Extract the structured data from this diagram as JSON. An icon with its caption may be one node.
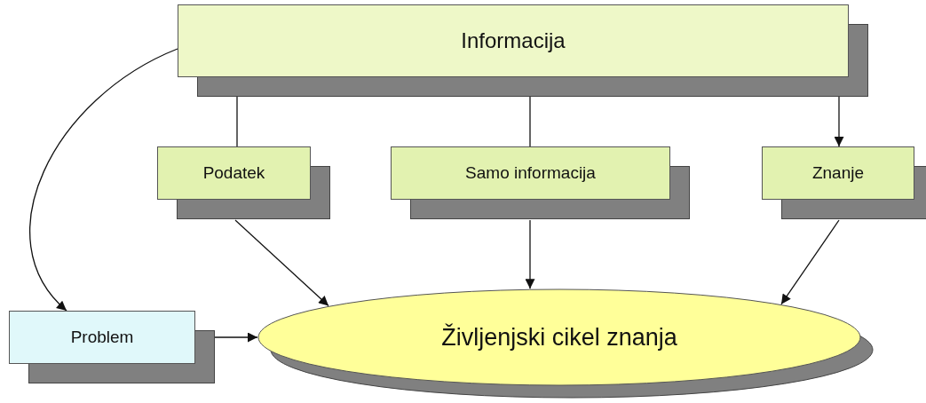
{
  "diagram": {
    "nodes": [
      {
        "text": [
          "Informacija"
        ]
      },
      {
        "text": [
          "Podatek"
        ]
      },
      {
        "text": [
          "Samo informacija"
        ]
      },
      {
        "text": [
          "Znanje"
        ]
      },
      {
        "text": [
          "Problem"
        ]
      },
      {
        "text": [
          "Življenjski cikel znanja"
        ]
      }
    ],
    "edges": [
      {
        "from": 0,
        "to": 1,
        "arrow": "none"
      },
      {
        "from": 0,
        "to": 2,
        "arrow": "none"
      },
      {
        "from": 0,
        "to": 3,
        "arrow": "to"
      },
      {
        "from": 0,
        "to": 4,
        "arrow": "to"
      },
      {
        "from": 1,
        "to": 5,
        "arrow": "to"
      },
      {
        "from": 2,
        "to": 5,
        "arrow": "to"
      },
      {
        "from": 3,
        "to": 5,
        "arrow": "to"
      },
      {
        "from": 4,
        "to": 5,
        "arrow": "to"
      }
    ]
  }
}
